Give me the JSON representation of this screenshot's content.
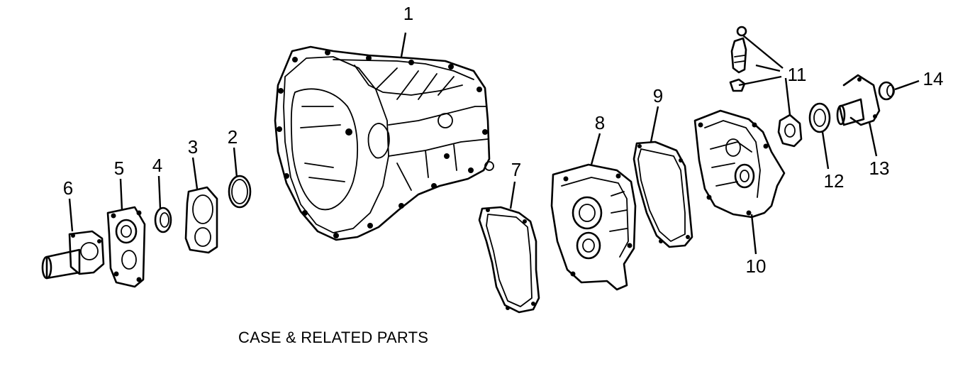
{
  "diagram": {
    "caption": "CASE & RELATED PARTS",
    "callouts": [
      "1",
      "2",
      "3",
      "4",
      "5",
      "6",
      "7",
      "8",
      "9",
      "10",
      "11",
      "12",
      "13",
      "14"
    ]
  }
}
